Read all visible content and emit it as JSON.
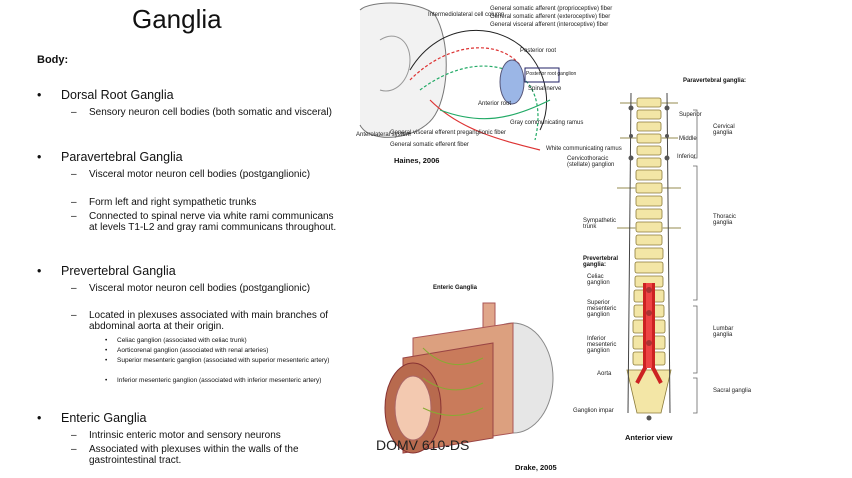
{
  "slide": {
    "title": "Ganglia",
    "body_label": "Body:",
    "sections": [
      {
        "heading": "Dorsal Root Ganglia",
        "items": [
          "Sensory neuron cell bodies (both somatic and visceral)"
        ]
      },
      {
        "heading": "Paravertebral Ganglia",
        "items": [
          "Visceral motor neuron cell bodies (postganglionic)",
          "Form left and right sympathetic trunks",
          "Connected to spinal nerve via white rami communicans at levels T1-L2 and gray rami communicans throughout."
        ]
      },
      {
        "heading": "Prevertebral Ganglia",
        "items": [
          "Visceral motor neuron cell bodies (postganglionic)",
          "Located in plexuses associated with main branches of abdominal aorta at their origin."
        ],
        "subitems": [
          "Celiac ganglion (associated with celiac trunk)",
          "Aorticorenal ganglion (associated with renal arteries)",
          "Superior mesenteric ganglion (associated with superior mesenteric artery)",
          "Inferior mesenteric ganglion (associated with inferior mesenteric artery)"
        ]
      },
      {
        "heading": "Enteric Ganglia",
        "items": [
          "Intrinsic enteric motor and sensory neurons",
          "Associated with plexuses within the walls of the gastrointestinal tract."
        ]
      }
    ],
    "bullet": "•",
    "dash": "–",
    "watermark": "DOMV 610-DS"
  },
  "figures": {
    "spinal_cord": {
      "credit": "Haines, 2006",
      "labels": [
        "General somatic afferent (proprioceptive) fiber",
        "General somatic afferent (exteroceptive) fiber",
        "General visceral afferent (interoceptive) fiber",
        "Posterior root",
        "Posterior root ganglion",
        "Spinal nerve",
        "Anterior root",
        "Gray communicating ramus",
        "White communicating ramus",
        "General visceral efferent preganglionic fiber",
        "General somatic efferent fiber",
        "Anterolateral system",
        "Intermediolateral cell column"
      ]
    },
    "enteric": {
      "label": "Enteric Ganglia",
      "credit": "Drake, 2005"
    },
    "vertebral": {
      "paravertebral_label": "Paravertebral ganglia:",
      "superior": "Superior",
      "middle": "Middle",
      "inferior": "Inferior",
      "cervical": "Cervical ganglia",
      "cervicothoracic": "Cervicothoracic (stellate) ganglion",
      "thoracic": "Thoracic ganglia",
      "sympathetic_trunk": "Sympathetic trunk",
      "prevertebral_label": "Prevertebral ganglia:",
      "celiac": "Celiac ganglion",
      "sup_mesenteric": "Superior mesenteric ganglion",
      "inf_mesenteric": "Inferior mesenteric ganglion",
      "aorta": "Aorta",
      "lumbar": "Lumbar ganglia",
      "sacral": "Sacral ganglia",
      "impar": "Ganglion impar",
      "view": "Anterior view"
    }
  }
}
